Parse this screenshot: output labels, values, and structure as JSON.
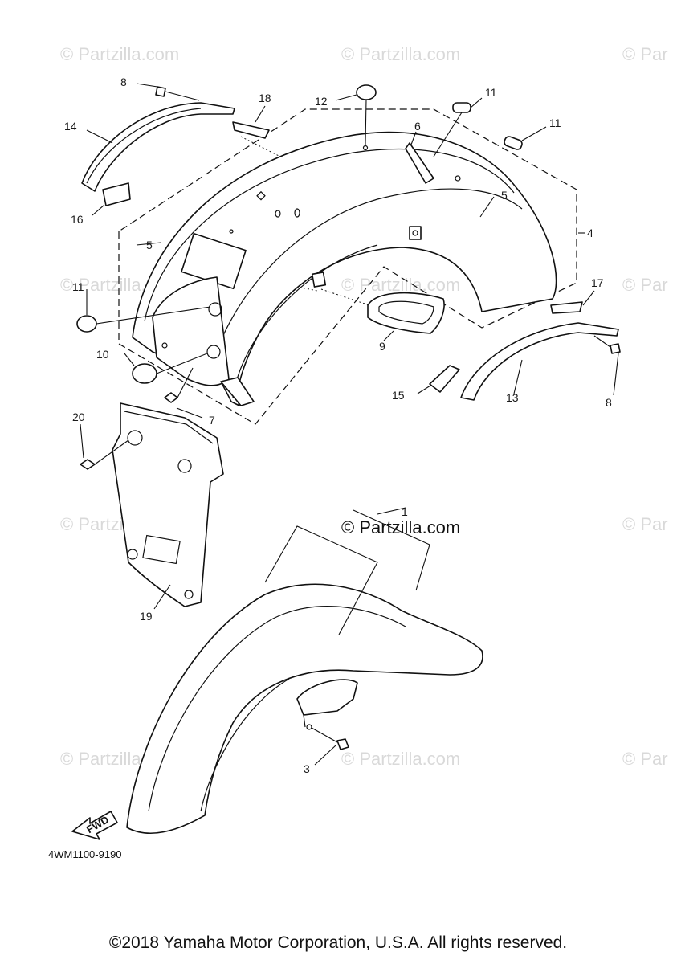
{
  "watermarks": [
    "© Partzilla.com",
    "© Partzilla.com",
    "© Par",
    "© Partzilla.com",
    "© Partzilla.com",
    "© Par",
    "© Partzilla.com",
    "© Par",
    "© Partzilla.com",
    "© Partzilla.com",
    "© Par"
  ],
  "center_watermark": "© Partzilla.com",
  "callouts": [
    "1",
    "3",
    "4",
    "5",
    "5",
    "6",
    "7",
    "8",
    "8",
    "9",
    "10",
    "11",
    "11",
    "11",
    "12",
    "13",
    "14",
    "15",
    "16",
    "17",
    "18",
    "19",
    "20"
  ],
  "direction_arrow": "FWD",
  "diagram_code": "4WM1100-9190",
  "copyright": "©2018 Yamaha Motor Corporation, U.S.A. All rights reserved."
}
